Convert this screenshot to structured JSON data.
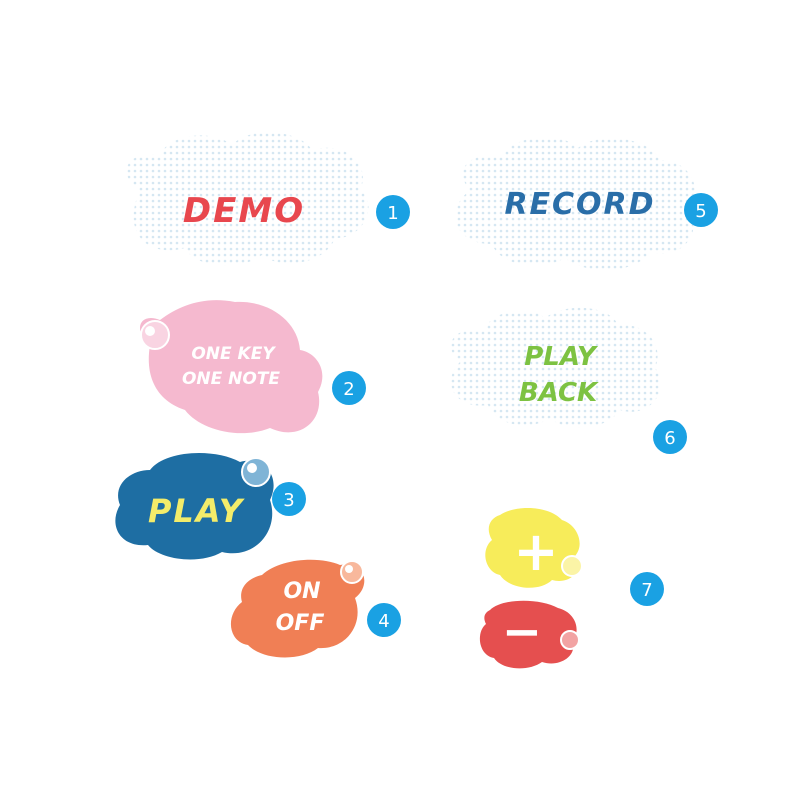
{
  "buttons": [
    {
      "id": "demo",
      "label": "DEMO",
      "number": "1",
      "color": "#e8474e"
    },
    {
      "id": "one-key-one-note",
      "label_line1": "ONE KEY",
      "label_line2": "ONE NOTE",
      "number": "2",
      "color": "#f5b9cf"
    },
    {
      "id": "play",
      "label": "PLAY",
      "number": "3",
      "color": "#1e6ea3"
    },
    {
      "id": "on-off",
      "label_line1": "ON",
      "label_line2": "OFF",
      "number": "4",
      "color": "#f07f55"
    },
    {
      "id": "record",
      "label": "RECORD",
      "number": "5",
      "color": "#2a6ea8"
    },
    {
      "id": "play-back",
      "label_line1": "PLAY",
      "label_line2": "BACK",
      "number": "6",
      "color": "#7dc242"
    },
    {
      "id": "volume",
      "plus_label": "+",
      "minus_label": "−",
      "number": "7",
      "plus_color": "#f7ec5a",
      "minus_color": "#e54f4f"
    }
  ],
  "colors": {
    "marker_blue": "#1aa1e3",
    "cloud_dots": "#d5e7f2",
    "play_text": "#f3ec6a",
    "white_text": "#ffffff"
  }
}
